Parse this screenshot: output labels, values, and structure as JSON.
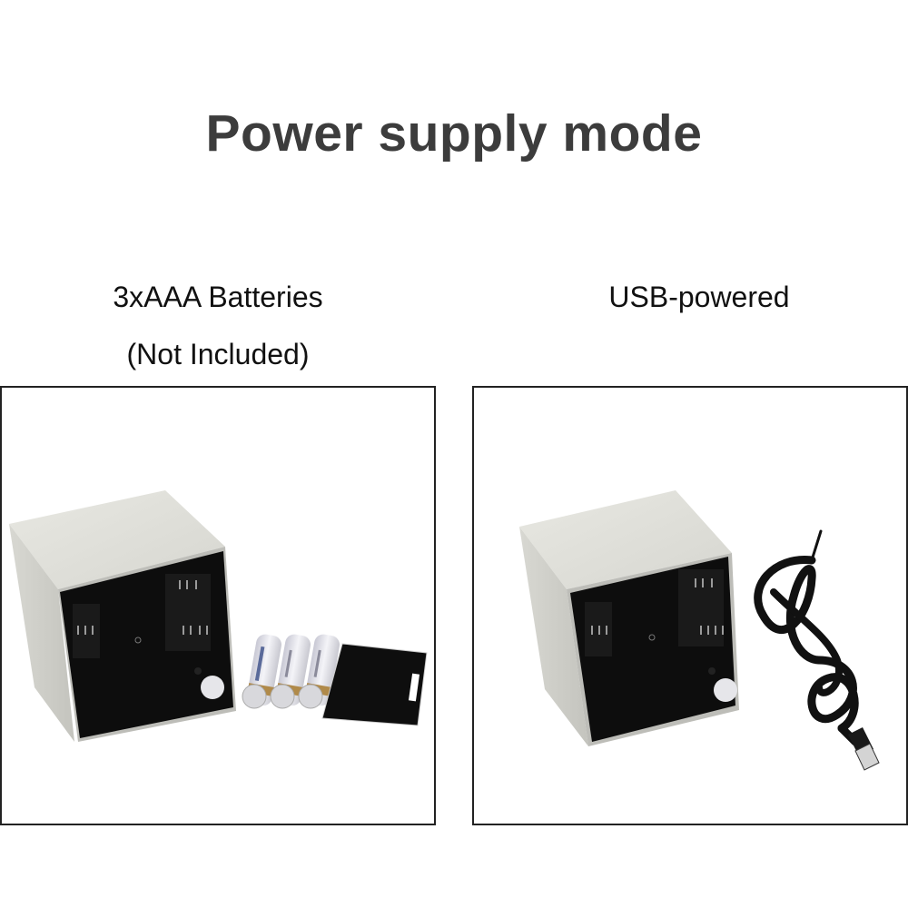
{
  "title": "Power supply mode",
  "options": [
    {
      "label_line1": "3xAAA Batteries",
      "label_line2": "(Not Included)",
      "image": "clock-cube-with-aaa-batteries-and-cover",
      "battery_count": 3
    },
    {
      "label_line1": "USB-powered",
      "image": "clock-cube-with-usb-cable"
    }
  ],
  "colors": {
    "title": "#3c3c3c",
    "caption": "#111111",
    "border": "#222222",
    "cube_body": "#dcdcd6",
    "cube_face": "#0c0c0c"
  }
}
